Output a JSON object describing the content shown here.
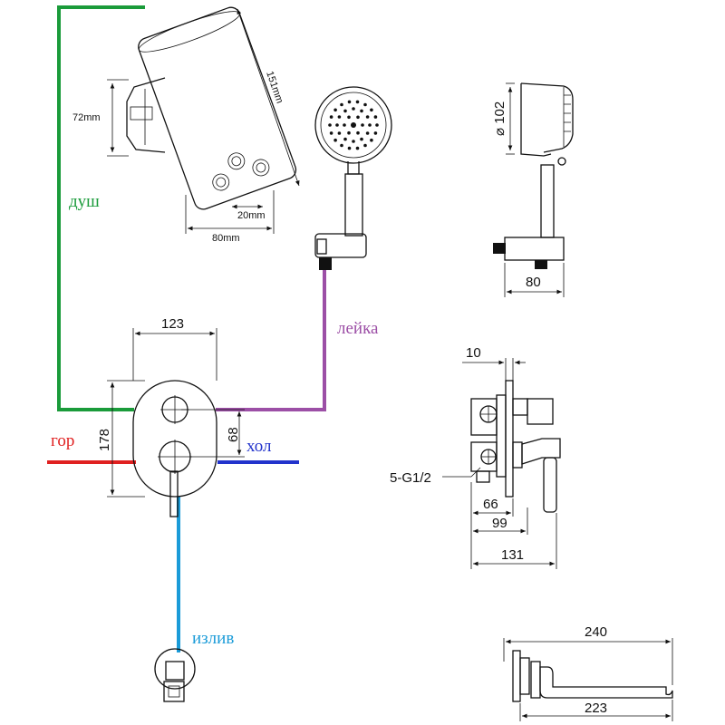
{
  "colors": {
    "shower": "#1a9b3a",
    "handset": "#9c4fa6",
    "hot": "#e02020",
    "cold": "#2233cc",
    "spout": "#1a9bd8",
    "line": "#111111"
  },
  "labels": {
    "shower": "душ",
    "handset": "лейка",
    "hot": "гор",
    "cold": "хол",
    "spout": "излив"
  },
  "head_dims": {
    "height": "72mm",
    "length": "151mm",
    "nozzle": "20mm",
    "width": "80mm"
  },
  "handset_dims": {
    "diameter": "102",
    "bracket": "80"
  },
  "mixer_dims": {
    "width": "123",
    "height": "178",
    "offset": "68",
    "depth_plate": "10",
    "thread": "5-G1/2",
    "d66": "66",
    "d99": "99",
    "d131": "131"
  },
  "spout_dims": {
    "total": "240",
    "reach": "223"
  }
}
